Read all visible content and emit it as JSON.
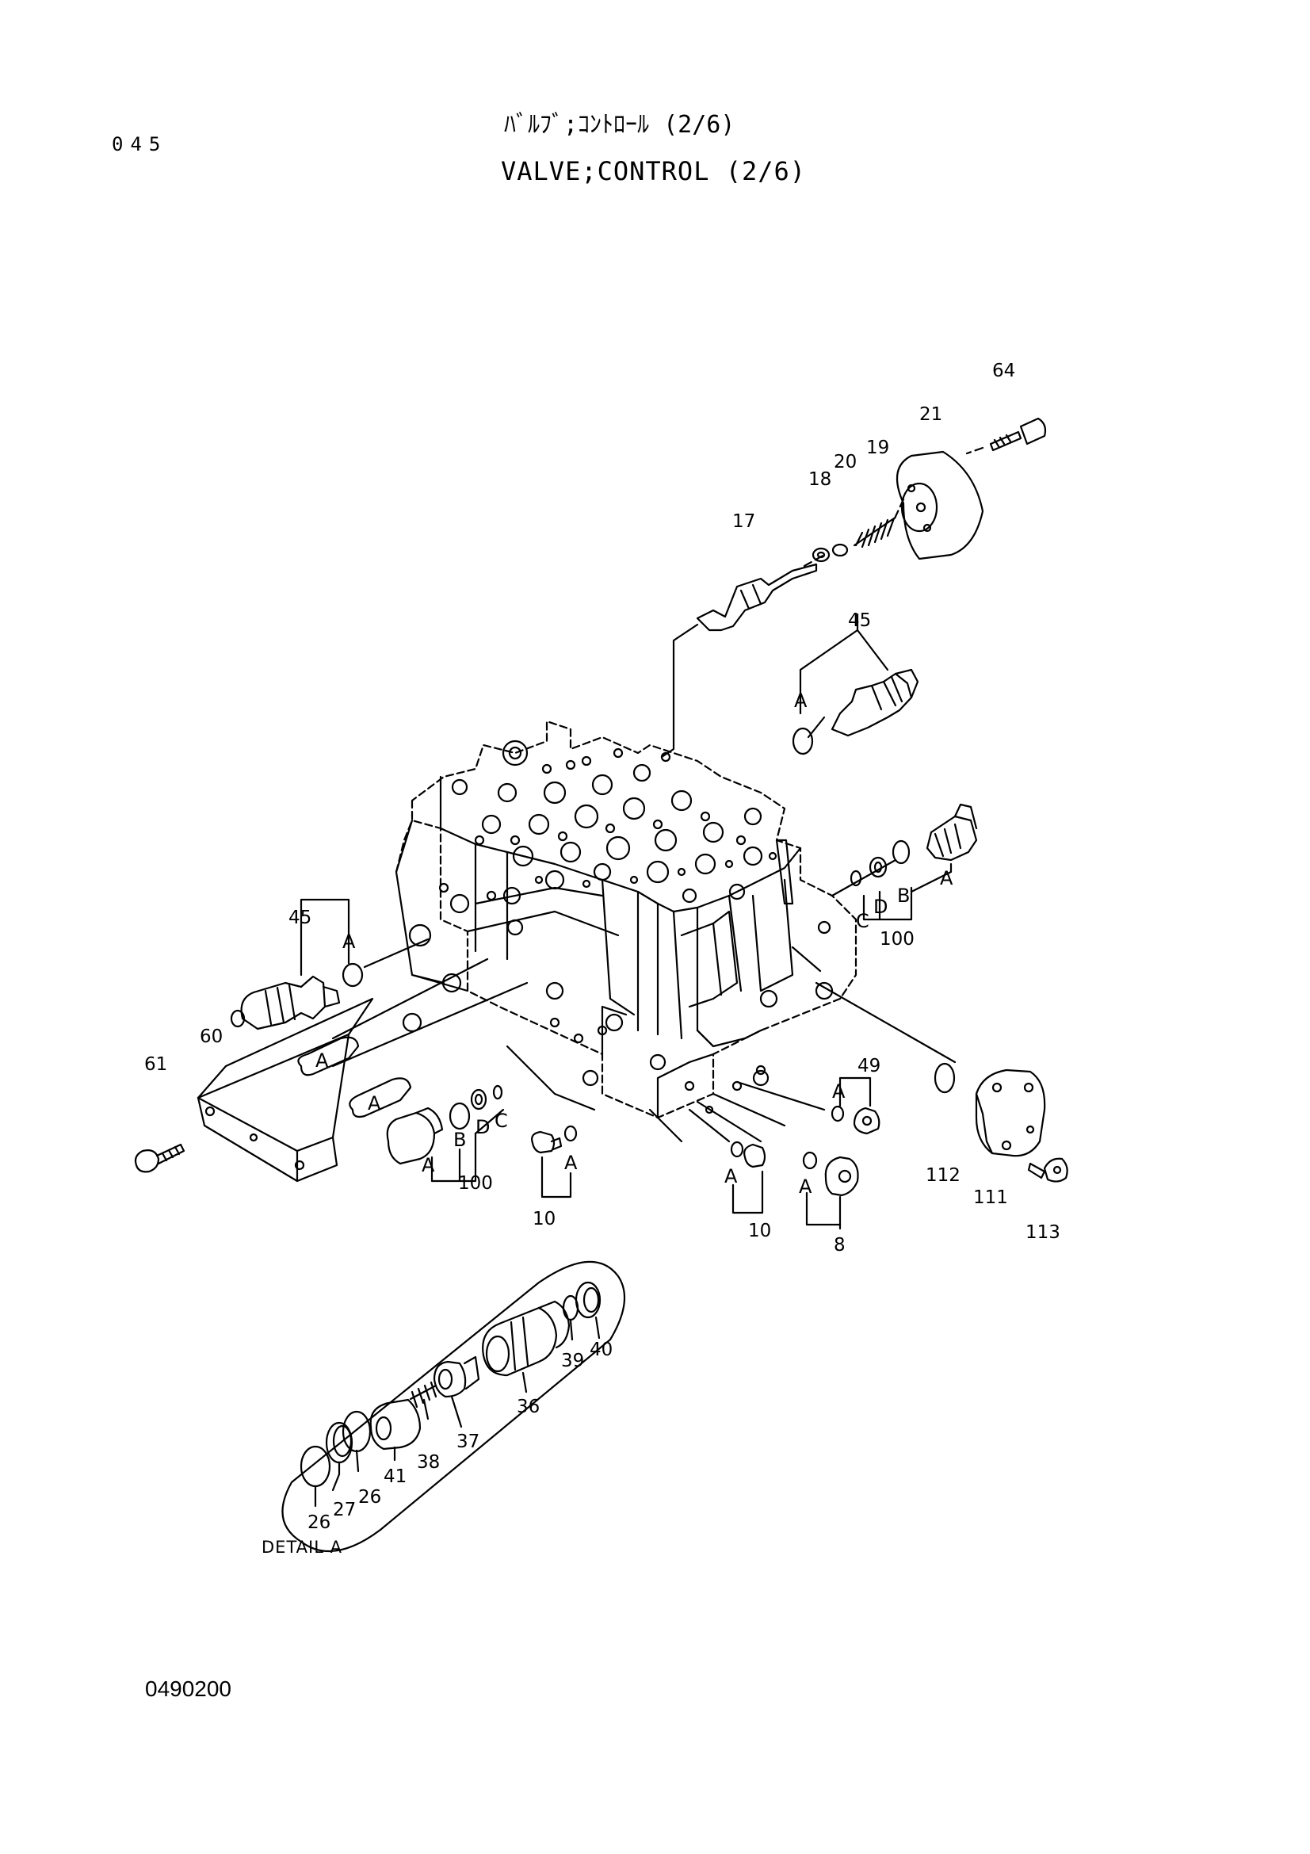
{
  "header": {
    "page_number": "045",
    "title_jp": "ﾊﾞﾙﾌﾞ;ｺﾝﾄﾛｰﾙ (2/6)",
    "title_en": "VALVE;CONTROL (2/6)"
  },
  "callouts": {
    "c64": "64",
    "c21": "21",
    "c19": "19",
    "c20": "20",
    "c18": "18",
    "c17": "17",
    "c45a": "45",
    "c45b": "45",
    "c100a": "100",
    "c100b": "100",
    "c49": "49",
    "c61": "61",
    "c60": "60",
    "c10a": "10",
    "c10b": "10",
    "c8": "8",
    "c112": "112",
    "c111": "111",
    "c113": "113",
    "c40": "40",
    "c39": "39",
    "c36": "36",
    "c37": "37",
    "c38": "38",
    "c41": "41",
    "c26a": "26",
    "c26b": "26",
    "c27": "27"
  },
  "letters": {
    "A": "A",
    "B": "B",
    "C": "C",
    "D": "D"
  },
  "detail_label": "DETAIL A",
  "drawing_code": "0490200",
  "colors": {
    "ink": "#000000",
    "paper": "#ffffff"
  }
}
